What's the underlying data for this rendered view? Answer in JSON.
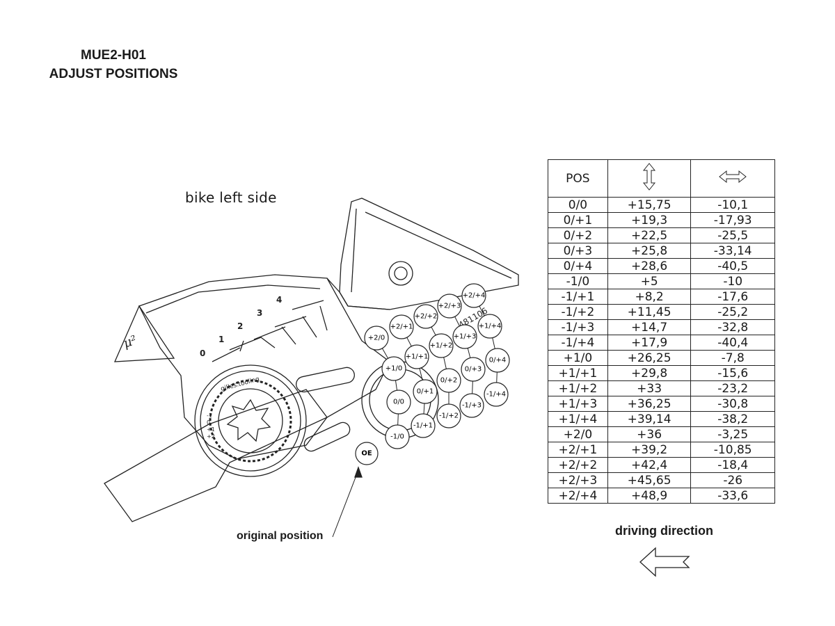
{
  "title": {
    "line1": "MUE2-H01",
    "line2": "ADJUST POSITIONS"
  },
  "drawing": {
    "side_label": "bike left side",
    "original_label": "original position",
    "oe_marker": "OE",
    "scale_numbers": [
      "0",
      "1",
      "2",
      "3",
      "4"
    ],
    "logo_mark": "μ²",
    "brand_text": "gilles.tooling",
    "part_code": "481106",
    "small_scale": [
      "-1",
      "0",
      "+1",
      "+2"
    ],
    "position_circles": [
      "+2/+4",
      "+2/+3",
      "+2/+2",
      "+2/+1",
      "+2/0",
      "+1/+4",
      "+1/+3",
      "+1/+2",
      "+1/+1",
      "+1/0",
      "0/+4",
      "0/+3",
      "0/+2",
      "0/+1",
      "0/0",
      "-1/+4",
      "-1/+3",
      "-1/+2",
      "-1/+1",
      "-1/0"
    ]
  },
  "table": {
    "header": {
      "pos": "POS",
      "vertical_icon": "vertical-arrow-icon",
      "horizontal_icon": "horizontal-arrow-icon"
    },
    "rows": [
      [
        "0/0",
        "+15,75",
        "-10,1"
      ],
      [
        "0/+1",
        "+19,3",
        "-17,93"
      ],
      [
        "0/+2",
        "+22,5",
        "-25,5"
      ],
      [
        "0/+3",
        "+25,8",
        "-33,14"
      ],
      [
        "0/+4",
        "+28,6",
        "-40,5"
      ],
      [
        "-1/0",
        "+5",
        "-10"
      ],
      [
        "-1/+1",
        "+8,2",
        "-17,6"
      ],
      [
        "-1/+2",
        "+11,45",
        "-25,2"
      ],
      [
        "-1/+3",
        "+14,7",
        "-32,8"
      ],
      [
        "-1/+4",
        "+17,9",
        "-40,4"
      ],
      [
        "+1/0",
        "+26,25",
        "-7,8"
      ],
      [
        "+1/+1",
        "+29,8",
        "-15,6"
      ],
      [
        "+1/+2",
        "+33",
        "-23,2"
      ],
      [
        "+1/+3",
        "+36,25",
        "-30,8"
      ],
      [
        "+1/+4",
        "+39,14",
        "-38,2"
      ],
      [
        "+2/0",
        "+36",
        "-3,25"
      ],
      [
        "+2/+1",
        "+39,2",
        "-10,85"
      ],
      [
        "+2/+2",
        "+42,4",
        "-18,4"
      ],
      [
        "+2/+3",
        "+45,65",
        "-26"
      ],
      [
        "+2/+4",
        "+48,9",
        "-33,6"
      ]
    ]
  },
  "driving_direction": {
    "label": "driving direction",
    "icon": "left-arrow-icon"
  }
}
